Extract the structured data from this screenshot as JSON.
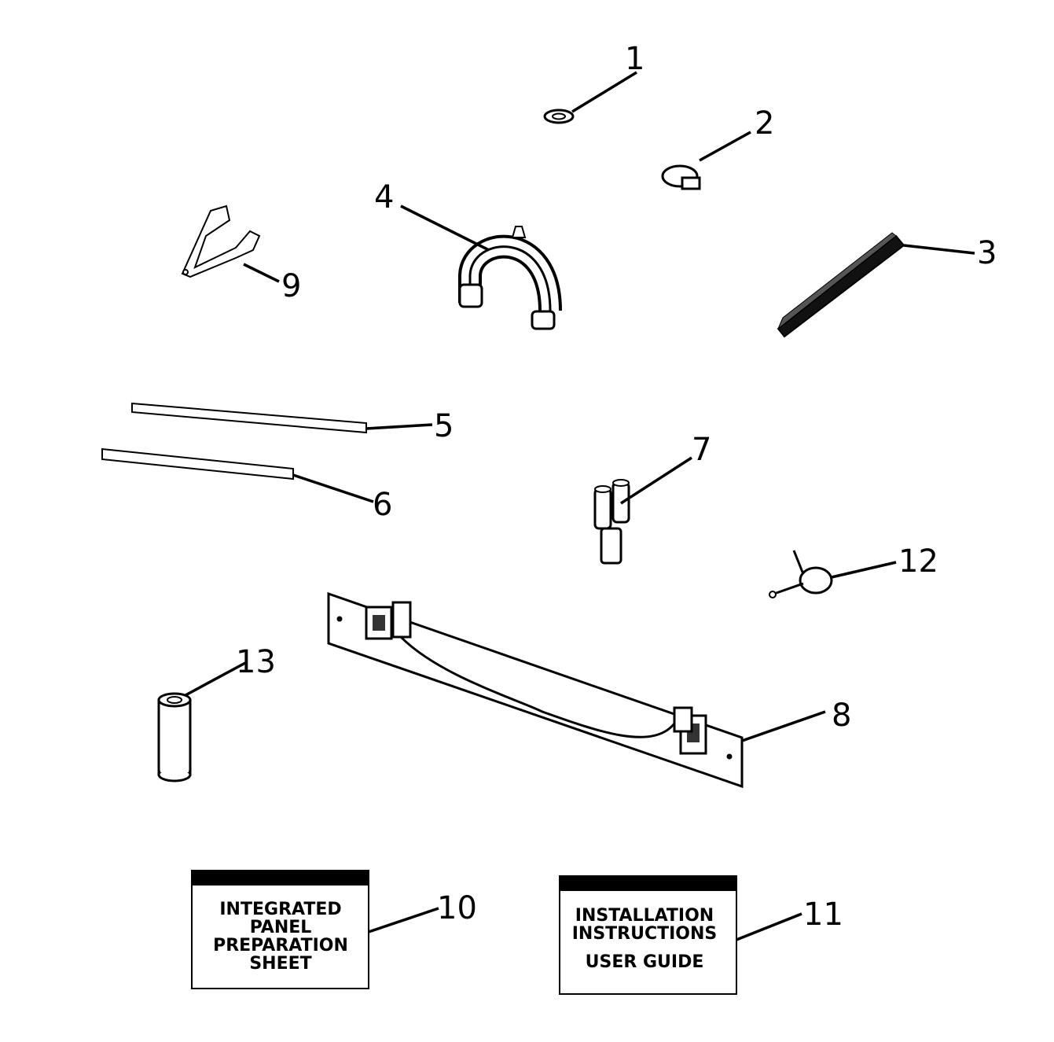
{
  "callouts": {
    "c1": "1",
    "c2": "2",
    "c3": "3",
    "c4": "4",
    "c5": "5",
    "c6": "6",
    "c7": "7",
    "c8": "8",
    "c9": "9",
    "c10": "10",
    "c11": "11",
    "c12": "12",
    "c13": "13"
  },
  "sheets": {
    "integrated_panel": [
      "INTEGRATED",
      "PANEL",
      "PREPARATION",
      "SHEET"
    ],
    "installation": [
      "INSTALLATION",
      "INSTRUCTIONS",
      "USER GUIDE"
    ]
  }
}
